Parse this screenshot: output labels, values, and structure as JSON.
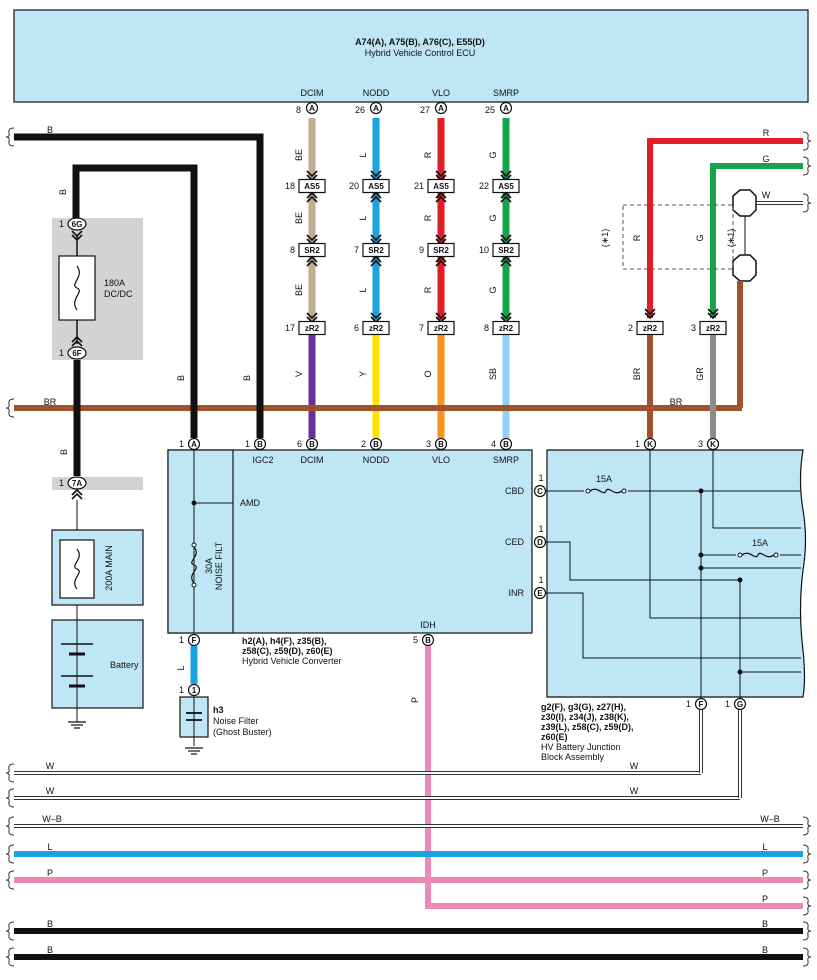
{
  "ecu": {
    "title": "A74(A), A75(B), A76(C), E55(D)",
    "subtitle": "Hybrid Vehicle Control ECU"
  },
  "colors": {
    "BE": "#bfae93",
    "L": "#1aa3e0",
    "R": "#e31d25",
    "G": "#16a34a",
    "B": "#111111",
    "BR": "#a0522d",
    "V": "#6b2fa0",
    "Y": "#ffe100",
    "O": "#f7931e",
    "SB": "#8fd3f4",
    "GR": "#8c8c8c",
    "P": "#ec89b8",
    "W": "#ffffff",
    "ecu_fill": "#bfe6f5",
    "fuse_fill": "#d3d3d3"
  },
  "signals": [
    {
      "name": "DCIM",
      "pin": "8",
      "conn": "A",
      "up": "BE",
      "low": "V",
      "j1": {
        "pin": "18",
        "name": "AS5"
      },
      "j2": {
        "pin": "8",
        "name": "SR2"
      },
      "j3": {
        "pin": "17",
        "name": "zR2"
      },
      "conv": {
        "pin": "6",
        "conn": "B"
      }
    },
    {
      "name": "NODD",
      "pin": "26",
      "conn": "A",
      "up": "L",
      "low": "Y",
      "j1": {
        "pin": "20",
        "name": "AS5"
      },
      "j2": {
        "pin": "7",
        "name": "SR2"
      },
      "j3": {
        "pin": "6",
        "name": "zR2"
      },
      "conv": {
        "pin": "2",
        "conn": "B"
      }
    },
    {
      "name": "VLO",
      "pin": "27",
      "conn": "A",
      "up": "R",
      "low": "O",
      "j1": {
        "pin": "21",
        "name": "AS5"
      },
      "j2": {
        "pin": "9",
        "name": "SR2"
      },
      "j3": {
        "pin": "7",
        "name": "zR2"
      },
      "conv": {
        "pin": "3",
        "conn": "B"
      }
    },
    {
      "name": "SMRP",
      "pin": "25",
      "conn": "A",
      "up": "G",
      "low": "SB",
      "j1": {
        "pin": "22",
        "name": "AS5"
      },
      "j2": {
        "pin": "10",
        "name": "SR2"
      },
      "j3": {
        "pin": "8",
        "name": "zR2"
      },
      "conv": {
        "pin": "4",
        "conn": "B"
      }
    }
  ],
  "right_branch": {
    "r": {
      "label": "R",
      "pin": "2",
      "conn": "zR2",
      "low": "BR",
      "pin2": "1",
      "conn2": "K"
    },
    "g": {
      "label": "G",
      "pin": "3",
      "conn": "zR2",
      "low": "GR",
      "pin2": "3",
      "conn2": "K"
    },
    "w": "W",
    "note": "(∗1)"
  },
  "fuse_dcdc": {
    "top_pin": "1",
    "top_conn": "6G",
    "bot_pin": "1",
    "bot_conn": "6F",
    "label1": "180A",
    "label2": "DC/DC"
  },
  "main_fuse": {
    "pin": "1",
    "conn": "7A",
    "label": "200A MAIN"
  },
  "battery": "Battery",
  "converter": {
    "title_lines": [
      "h2(A), h4(F), z35(B),",
      "z58(C), z59(D), z60(E)"
    ],
    "subtitle": "Hybrid Vehicle Converter",
    "pinA": {
      "pin": "1",
      "conn": "A"
    },
    "pinB": {
      "pin": "1",
      "conn": "B",
      "name": "IGC2"
    },
    "pinF": {
      "pin": "1",
      "conn": "F"
    },
    "amd": "AMD",
    "fuse": [
      "30A",
      "NOISE FILT"
    ],
    "idh": {
      "name": "IDH",
      "pin": "5",
      "conn": "B"
    },
    "cbd": {
      "name": "CBD",
      "pin": "1",
      "conn": "C"
    },
    "ced": {
      "name": "CED",
      "pin": "1",
      "conn": "D"
    },
    "inr": {
      "name": "INR",
      "pin": "1",
      "conn": "E"
    }
  },
  "noise_filter": {
    "id": "h3",
    "line1": "Noise Filter",
    "line2": "(Ghost Buster)",
    "pin": "1",
    "wire": "L"
  },
  "junction": {
    "title_lines": [
      "g2(F), g3(G), z27(H),",
      "z30(I), z34(J), z38(K),",
      "z39(L), z58(C), z59(D),",
      "z60(E)"
    ],
    "sub_lines": [
      "HV Battery Junction",
      "Block Assembly"
    ],
    "fuse1": "15A",
    "fuse2": "15A",
    "pinF": {
      "pin": "1",
      "conn": "F"
    },
    "pinG": {
      "pin": "1",
      "conn": "G"
    }
  },
  "wires": {
    "B": "B",
    "BR": "BR",
    "W": "W",
    "WB": "W–B",
    "L": "L",
    "P": "P"
  }
}
